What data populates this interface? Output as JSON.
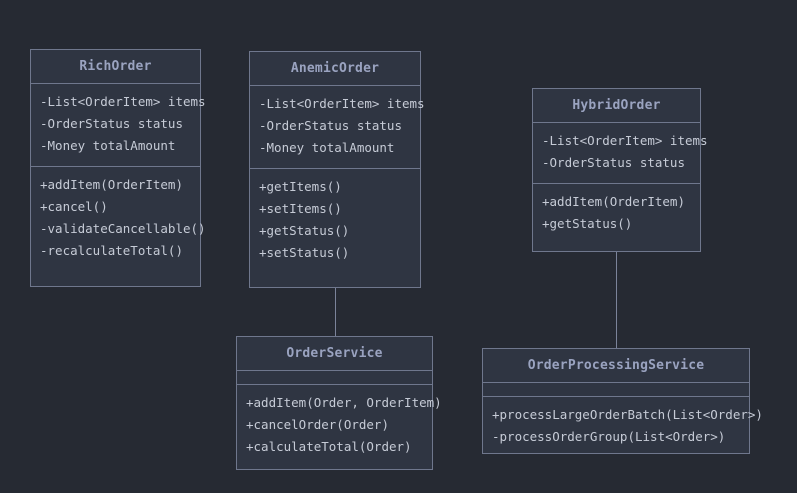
{
  "diagram": {
    "title": "UML Class Diagram",
    "background_color": "#262a33",
    "box_fill_color": "#2f3542",
    "border_color": "#6f778d",
    "title_text_color": "#9aa3c0",
    "member_text_color": "#c6cbd6",
    "connector_color": "#7b839a"
  },
  "classes": [
    {
      "id": "rich-order",
      "name": "RichOrder",
      "attributes": [
        "-List<OrderItem> items",
        "-OrderStatus status",
        "-Money totalAmount"
      ],
      "methods": [
        "+addItem(OrderItem)",
        "+cancel()",
        "-validateCancellable()",
        "-recalculateTotal()"
      ]
    },
    {
      "id": "anemic-order",
      "name": "AnemicOrder",
      "attributes": [
        "-List<OrderItem> items",
        "-OrderStatus status",
        "-Money totalAmount"
      ],
      "methods": [
        "+getItems()",
        "+setItems()",
        "+getStatus()",
        "+setStatus()"
      ]
    },
    {
      "id": "hybrid-order",
      "name": "HybridOrder",
      "attributes": [
        "-List<OrderItem> items",
        "-OrderStatus status"
      ],
      "methods": [
        "+addItem(OrderItem)",
        "+getStatus()"
      ]
    },
    {
      "id": "order-service",
      "name": "OrderService",
      "attributes": [],
      "methods": [
        "+addItem(Order, OrderItem)",
        "+cancelOrder(Order)",
        "+calculateTotal(Order)"
      ]
    },
    {
      "id": "order-processing-service",
      "name": "OrderProcessingService",
      "attributes": [],
      "methods": [
        "+processLargeOrderBatch(List<Order>)",
        "-processOrderGroup(List<Order>)"
      ]
    }
  ],
  "relationships": [
    {
      "id": "anemic-to-service",
      "from": "anemic-order",
      "to": "order-service",
      "style": "solid-line"
    },
    {
      "id": "hybrid-to-processing",
      "from": "hybrid-order",
      "to": "order-processing-service",
      "style": "solid-line"
    }
  ]
}
